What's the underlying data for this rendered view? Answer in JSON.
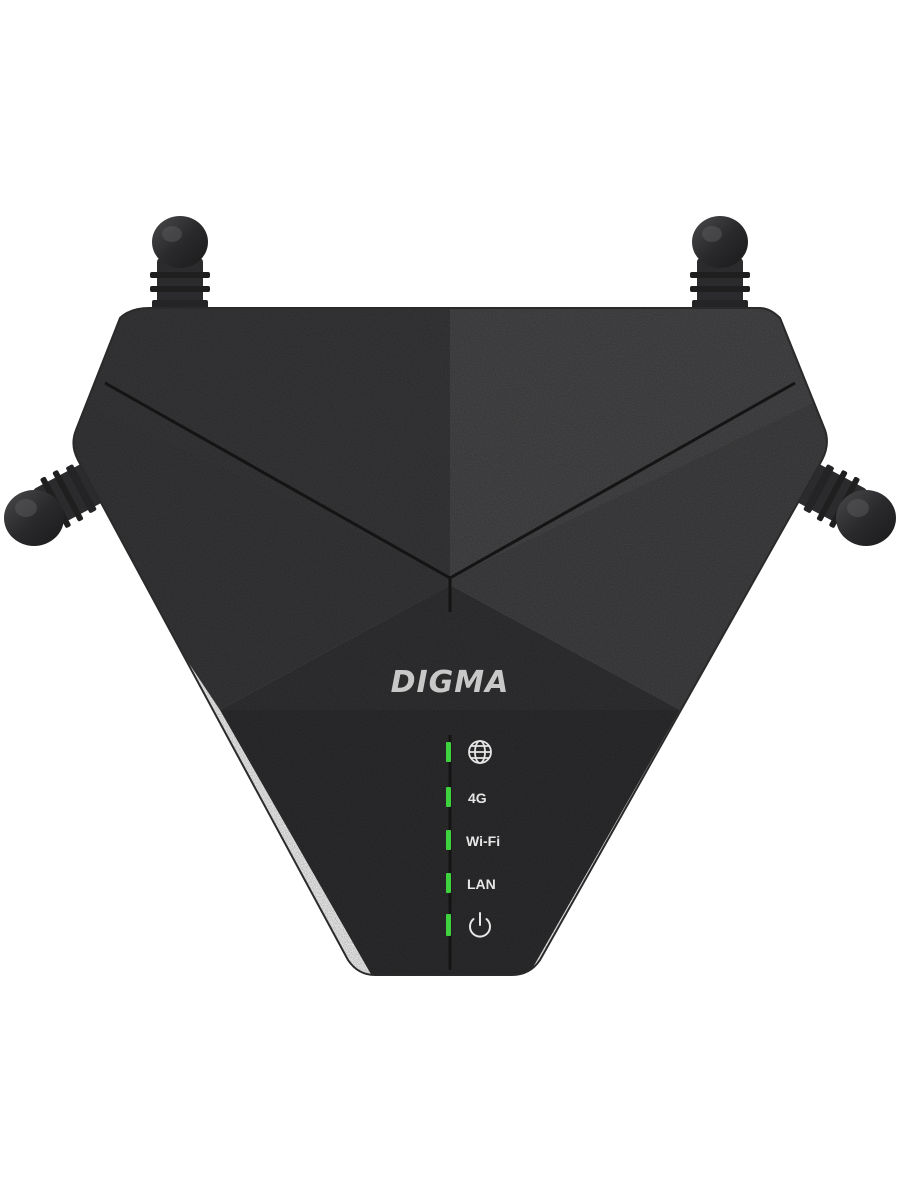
{
  "device": {
    "brand": "DIGMA",
    "indicators": [
      {
        "id": "internet",
        "label": "",
        "icon": "globe-icon"
      },
      {
        "id": "4g",
        "label": "4G",
        "icon": ""
      },
      {
        "id": "wifi",
        "label": "Wi-Fi",
        "icon": ""
      },
      {
        "id": "lan",
        "label": "LAN",
        "icon": ""
      },
      {
        "id": "power",
        "label": "",
        "icon": "power-icon"
      }
    ]
  },
  "colors": {
    "background": "#ffffff",
    "body_dark": "#3b3b3d",
    "body_light": "#515153",
    "body_lower": "#2f2f31",
    "antenna": "#2a2a2c",
    "led_green": "#3fd23f",
    "label_white": "#e6e6e6",
    "brand_gray": "#c8c8c8"
  }
}
